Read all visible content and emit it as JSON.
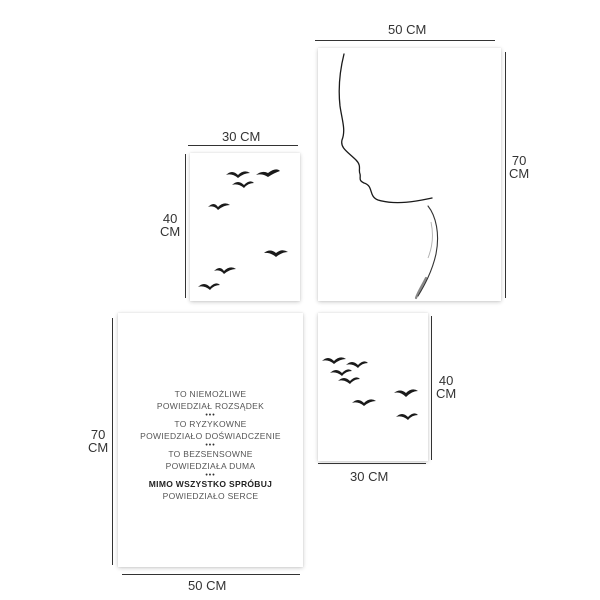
{
  "dimensions": {
    "top_right_width": "50 CM",
    "top_right_height": {
      "value": "70",
      "unit": "CM"
    },
    "mid_left_width": "30 CM",
    "mid_left_height": {
      "value": "40",
      "unit": "CM"
    },
    "bottom_left_height": {
      "value": "70",
      "unit": "CM"
    },
    "bottom_left_width": "50 CM",
    "bottom_right_height": {
      "value": "40",
      "unit": "CM"
    },
    "bottom_right_width": "30 CM"
  },
  "quote": {
    "line1": "TO NIEMOŻLIWE",
    "line2": "POWIEDZIAŁ ROZSĄDEK",
    "line3": "TO RYZYKOWNE",
    "line4": "POWIEDZIAŁO DOŚWIADCZENIE",
    "line5": "TO BEZSENSOWNE",
    "line6": "POWIEDZIAŁA DUMA",
    "line7": "MIMO WSZYSTKO SPRÓBUJ",
    "line8": "POWIEDZIAŁO SERCE",
    "separator": "•••"
  },
  "artwork": {
    "top_right": "woman-profile-line-art",
    "mid_left": "flying-birds",
    "bottom_right": "flying-birds"
  }
}
